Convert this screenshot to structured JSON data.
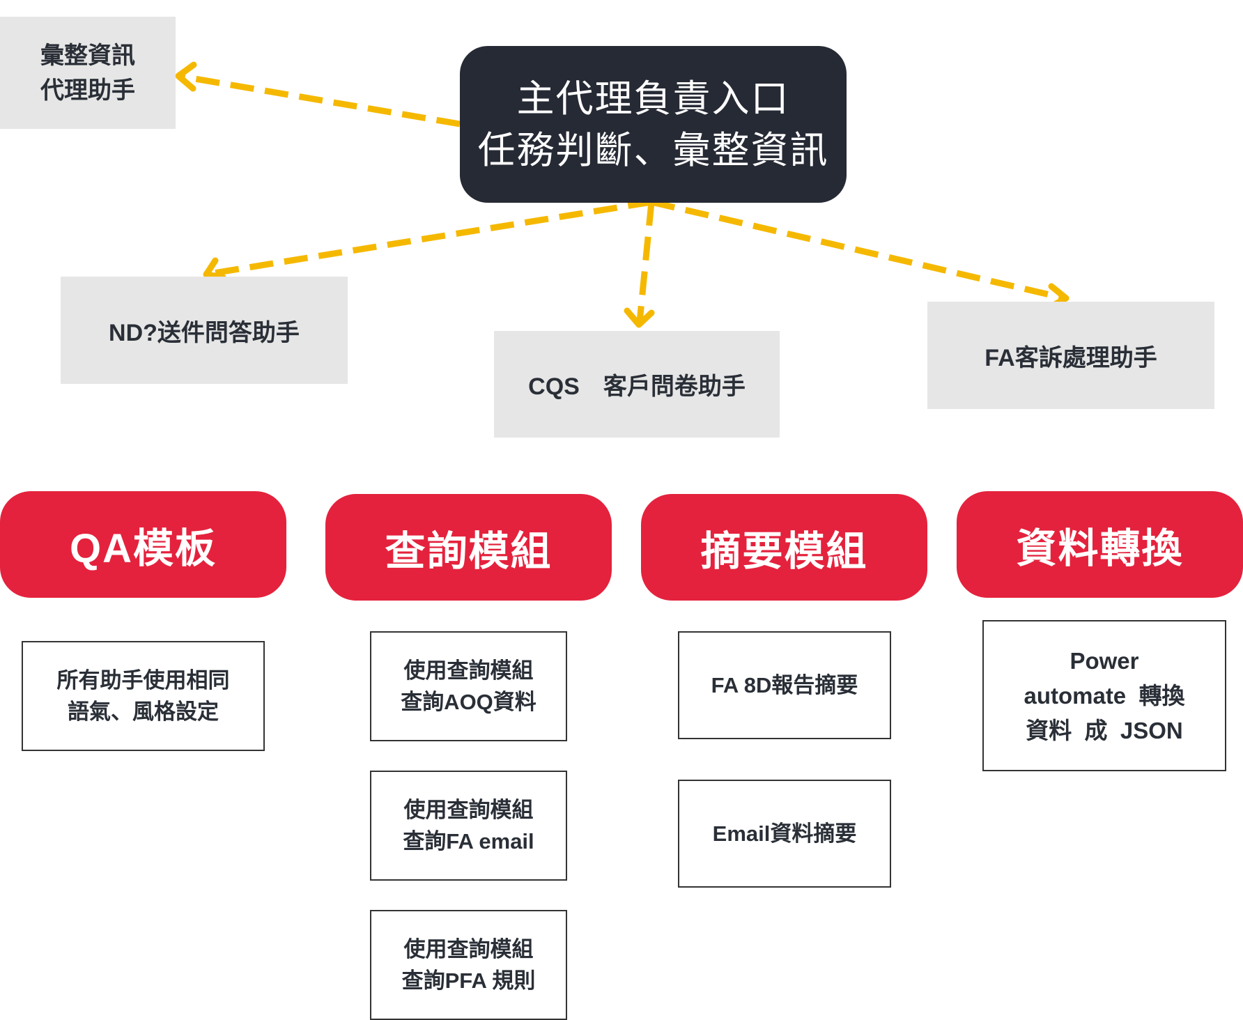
{
  "root": {
    "lines": [
      "主代理負責入口",
      "任務判斷、彙整資訊"
    ]
  },
  "agents": {
    "summary": {
      "lines": [
        "彙整資訊",
        "代理助手"
      ]
    },
    "nd": {
      "label": "ND?送件問答助手"
    },
    "cqs": {
      "label": "CQS　客戶問卷助手"
    },
    "fa": {
      "label": "FA客訴處理助手"
    }
  },
  "modules": [
    {
      "title": "QA模板",
      "items": [
        {
          "lines": [
            "所有助手使用相同",
            "語氣、風格設定"
          ]
        }
      ]
    },
    {
      "title": "查詢模組",
      "items": [
        {
          "lines": [
            "使用查詢模組",
            "查詢AOQ資料"
          ]
        },
        {
          "lines": [
            "使用查詢模組",
            "查詢FA email"
          ]
        },
        {
          "lines": [
            "使用查詢模組",
            "查詢PFA 規則"
          ]
        }
      ]
    },
    {
      "title": "摘要模組",
      "items": [
        {
          "lines": [
            "FA 8D報告摘要"
          ]
        },
        {
          "lines": [
            "Email資料摘要"
          ]
        }
      ]
    },
    {
      "title": "資料轉換",
      "items": [
        {
          "lines": [
            "Power",
            "automate  轉換",
            "資料  成  JSON"
          ]
        }
      ]
    }
  ],
  "colors": {
    "root_bg": "#262a34",
    "agent_bg": "#e6e6e6",
    "module_header": "#e4223d",
    "arrow": "#f5b800"
  }
}
